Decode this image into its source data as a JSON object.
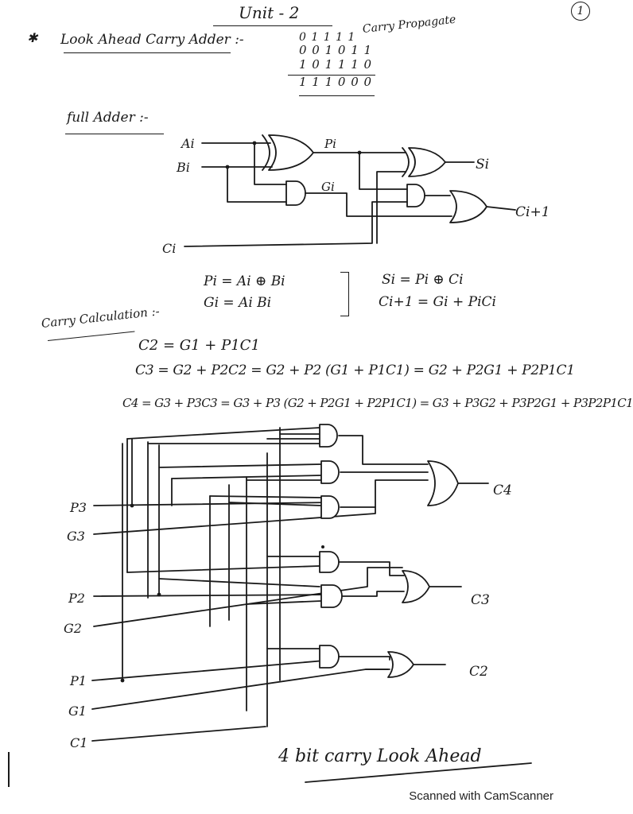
{
  "header": {
    "unit": "Unit - 2",
    "page_number": "1"
  },
  "title": {
    "bullet": "✱",
    "text": "Look Ahead Carry Adder :-"
  },
  "example": {
    "label": "Carry Propagate",
    "row1": "0 1 1 1 1",
    "row2": "0 0 1 0 1 1",
    "row3": "1 0 1 1 1 0",
    "result": "1 1 1 0 0 0"
  },
  "full_adder": {
    "heading": "full Adder :-",
    "inputs": [
      "Ai",
      "Bi",
      "Ci"
    ],
    "p_label": "Pi",
    "g_label": "Gi",
    "sum_label": "Si",
    "carry_label": "Ci+1"
  },
  "equations": {
    "pi": "Pi = Ai ⊕ Bi",
    "gi": "Gi = Ai Bi",
    "si": "Si = Pi ⊕ Ci",
    "ci1": "Ci+1 = Gi + PiCi"
  },
  "carry_calc": {
    "heading": "Carry Calculation :-",
    "c2": "C2 = G1 + P1C1",
    "c3": "C3 = G2 + P2C2 = G2 + P2 (G1 + P1C1) = G2 + P2G1 + P2P1C1",
    "c4": "C4 = G3 + P3C3 = G3 + P3 (G2 + P2G1 + P2P1C1) = G3 + P3G2 + P3P2G1 + P3P2P1C1"
  },
  "cla_circuit": {
    "inputs": [
      "P3",
      "G3",
      "P2",
      "G2",
      "P1",
      "G1",
      "C1"
    ],
    "outputs": [
      "C4",
      "C3",
      "C2"
    ],
    "caption": "4 bit carry Look Ahead"
  },
  "watermark": "Scanned with CamScanner"
}
